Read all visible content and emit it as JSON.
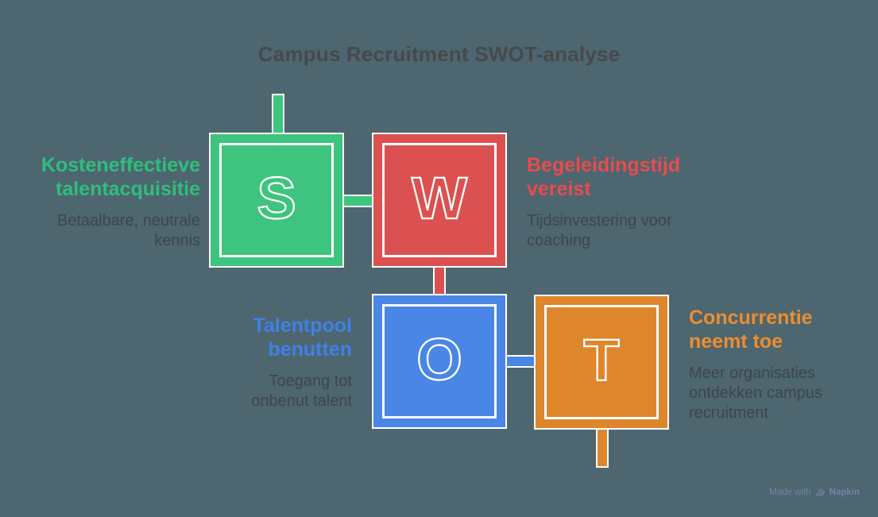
{
  "title": "Campus Recruitment SWOT-analyse",
  "colors": {
    "background": "#4d6670",
    "green": "#3ec47e",
    "red": "#db5151",
    "blue": "#4a86e6",
    "orange": "#de862c",
    "heading_green": "#2fbe7b",
    "heading_red": "#e84c4c",
    "heading_blue": "#4080e8",
    "heading_orange": "#ec8e2f",
    "title_text": "#47494c",
    "subtitle_text": "#3f464b",
    "watermark_text": "#7285a4",
    "outline": "#ffffff"
  },
  "quadrants": [
    {
      "key": "strengths",
      "letter": "S",
      "heading": "Kosteneffectieve talentacquisitie",
      "heading_lines": [
        "Kosteneffectieve",
        "talentacquisitie"
      ],
      "sub": "Betaalbare, neutrale kennis",
      "sub_lines": [
        "Betaalbare, neutrale",
        "kennis"
      ]
    },
    {
      "key": "weaknesses",
      "letter": "W",
      "heading": "Begeleidingstijd vereist",
      "heading_lines": [
        "Begeleidingstijd",
        "vereist"
      ],
      "sub": "Tijdsinvestering voor coaching",
      "sub_lines": [
        "Tijdsinvestering voor",
        "coaching"
      ]
    },
    {
      "key": "opportunities",
      "letter": "O",
      "heading": "Talentpool benutten",
      "heading_lines": [
        "Talentpool",
        "benutten"
      ],
      "sub": "Toegang tot onbenut talent",
      "sub_lines": [
        "Toegang tot",
        "onbenut talent"
      ]
    },
    {
      "key": "threats",
      "letter": "T",
      "heading": "Concurrentie neemt toe",
      "heading_lines": [
        "Concurrentie",
        "neemt toe"
      ],
      "sub": "Meer organisaties ontdekken campus recruitment",
      "sub_lines": [
        "Meer organisaties",
        "ontdekken campus",
        "recruitment"
      ]
    }
  ],
  "watermark": {
    "made_with": "Made with",
    "brand": "Napkin"
  }
}
